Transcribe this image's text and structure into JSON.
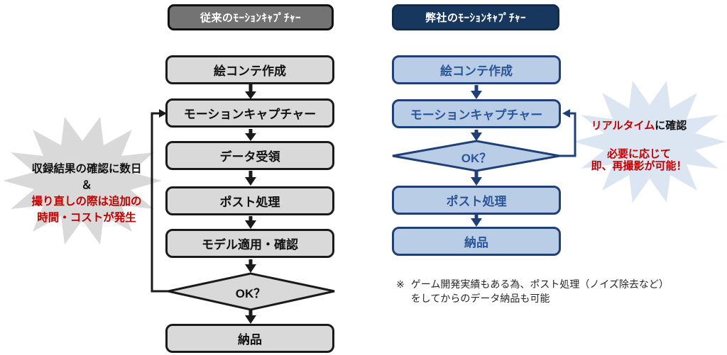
{
  "left": {
    "header": "従来のﾓｰｼｮﾝｷｬﾌﾟﾁｬｰ",
    "boxes": [
      "絵コンテ作成",
      "モーションキャプチャー",
      "データ受領",
      "ポスト処理",
      "モデル適用・確認",
      "納品"
    ],
    "decision": "OK？",
    "burst": {
      "line1": "収録結果の確認に数日",
      "line2": "＆",
      "line3": "撮り直しの際は追加の",
      "line4": "時間・コストが発生"
    }
  },
  "right": {
    "header": "弊社のﾓｰｼｮﾝｷｬﾌﾟﾁｬｰ",
    "boxes": [
      "絵コンテ作成",
      "モーションキャプチャー",
      "ポスト処理",
      "納品"
    ],
    "decision": "OK？",
    "burst": {
      "line1_red": "リアルタイム",
      "line1_black": "に確認",
      "line2": "必要に応じて",
      "line3": "即、再撮影が可能！"
    }
  },
  "footnote": {
    "marker": "※",
    "line1": "ゲーム開発実績もある為、ポスト処理（ノイズ除去など）",
    "line2": "をしてからのデータ納品も可能"
  },
  "colors": {
    "gray_fill": "#d9d9d9",
    "gray_header": "#737373",
    "black": "#111111",
    "blue_fill": "#b9cde6",
    "blue_border": "#1f4077",
    "blue_text": "#2a5699",
    "navy_header": "#17375e",
    "burst_blue": "#dce6f2",
    "red": "#c00000"
  }
}
